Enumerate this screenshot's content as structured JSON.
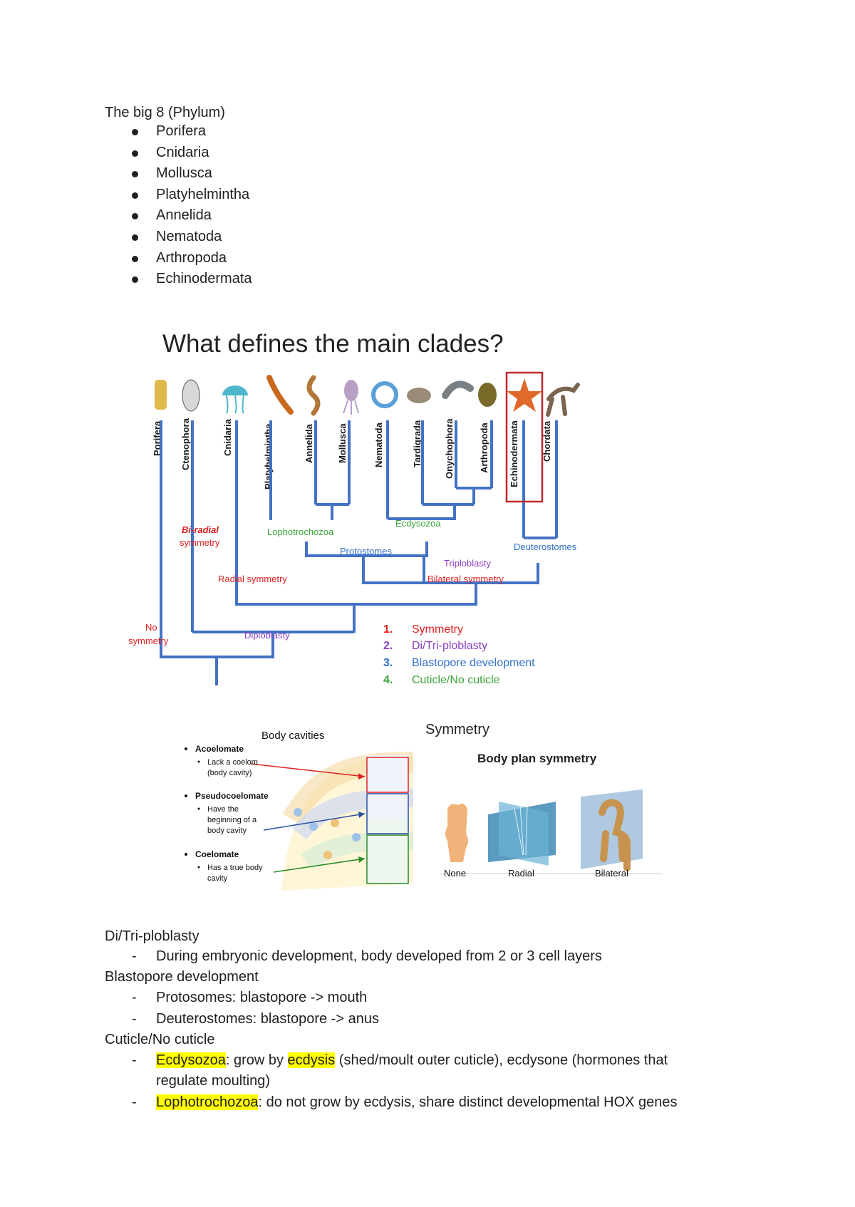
{
  "phylum_section": {
    "heading": "The big 8 (Phylum)",
    "items": [
      "Porifera",
      "Cnidaria",
      "Mollusca",
      "Platyhelmintha",
      "Annelida",
      "Nematoda",
      "Arthropoda",
      "Echinodermata"
    ]
  },
  "clade_diagram": {
    "title": "What defines the main clades?",
    "taxa": [
      "Porifera",
      "Ctenophora",
      "Cnidaria",
      "Platyhelmintha",
      "Annelida",
      "Mollusca",
      "Nematoda",
      "Tardigrada",
      "Onychophora",
      "Arthropoda",
      "Echinodermata",
      "Chordata"
    ],
    "nodes": {
      "biradial_1": "Bi-radial",
      "biradial_2": "symmetry",
      "lophotrochozoa": "Lophotrochozoa",
      "ecdysozoa": "Ecdysozoa",
      "protostomes": "Protostomes",
      "deuterostomes": "Deuterostomes",
      "triploblasty": "Triploblasty",
      "radial_symmetry": "Radial symmetry",
      "bilateral_symmetry": "Bilateral symmetry",
      "no_symmetry_1": "No",
      "no_symmetry_2": "symmetry",
      "diploblasty": "Diploblasty"
    },
    "key": [
      {
        "num": "1.",
        "label": "Symmetry",
        "color": "#e02020"
      },
      {
        "num": "2.",
        "label": "Di/Tri-ploblasty",
        "color": "#8a3fc0"
      },
      {
        "num": "3.",
        "label": "Blastopore development",
        "color": "#2f6fc9"
      },
      {
        "num": "4.",
        "label": "Cuticle/No cuticle",
        "color": "#3aa63a"
      }
    ],
    "colors": {
      "branch": "#4472c4",
      "highlight_box": "#c0282a"
    }
  },
  "body_cavities": {
    "title": "Body cavities",
    "groups": [
      {
        "name": "Acoelomate",
        "desc": [
          "Lack a coelom",
          "(body cavity)"
        ]
      },
      {
        "name": "Pseudocoelomate",
        "desc": [
          "Have the",
          "beginning of a",
          "body cavity"
        ]
      },
      {
        "name": "Coelomate",
        "desc": [
          "Has a true body",
          "cavity"
        ]
      }
    ]
  },
  "symmetry_figure": {
    "caption": "Symmetry",
    "title": "Body plan symmetry",
    "labels": [
      "None",
      "Radial",
      "Bilateral"
    ]
  },
  "notes": {
    "diploblasty_heading": "Di/Tri-ploblasty",
    "diploblasty_1": "During embryonic development, body developed from 2 or 3 cell layers",
    "blastopore_heading": "Blastopore development",
    "blastopore_1": "Protosomes: blastopore -> mouth",
    "blastopore_2": "Deuterostomes: blastopore -> anus",
    "cuticle_heading": "Cuticle/No cuticle",
    "ecdysozoa_term": "Ecdysozoa",
    "ecdysozoa_text_1": ": grow by ",
    "ecdysozoa_term_2": "ecdysis",
    "ecdysozoa_text_2": " (shed/moult outer cuticle), ecdysone (hormones that",
    "ecdysozoa_text_3": "regulate moulting)",
    "lopho_term": "Lophotrochozoa",
    "lopho_text": ": do not grow by ecdysis, share distinct developmental HOX genes",
    "dash": "-"
  }
}
